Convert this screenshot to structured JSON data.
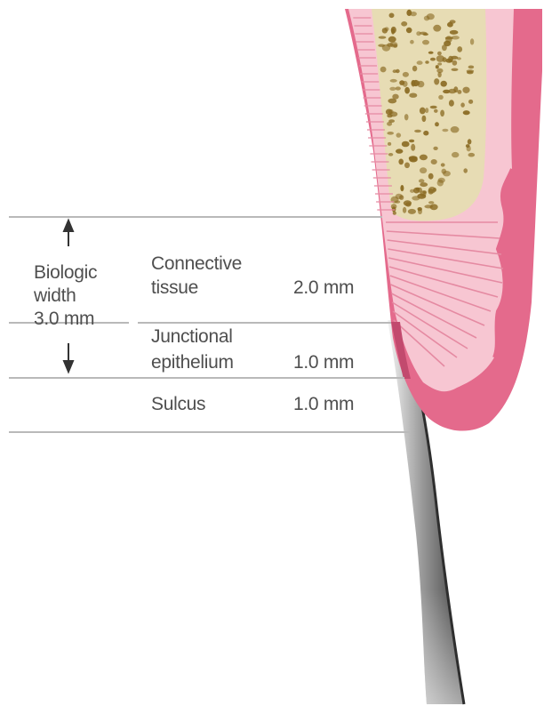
{
  "biologic_width": {
    "label_line1": "Biologic",
    "label_line2": "width",
    "label_line3": "3.0 mm"
  },
  "zones": [
    {
      "line1": "Connective",
      "line2": "tissue",
      "measure": "2.0 mm"
    },
    {
      "line1": "Junctional",
      "line2": "epithelium",
      "measure": "1.0 mm"
    },
    {
      "line1": "Sulcus",
      "line2": "",
      "measure": "1.0 mm"
    }
  ],
  "colors": {
    "gingiva_outer": "#e46a8c",
    "gingiva_inner": "#f7c6d2",
    "bone": "#e7dcb4",
    "bone_speckle": "#8a6a22",
    "fibers": "#e58aa2",
    "tooth_dark": "#3c3c3c",
    "tooth_light": "#f2f2f2",
    "guide_lines": "#b9b9b9",
    "text": "#4f4f4f"
  }
}
